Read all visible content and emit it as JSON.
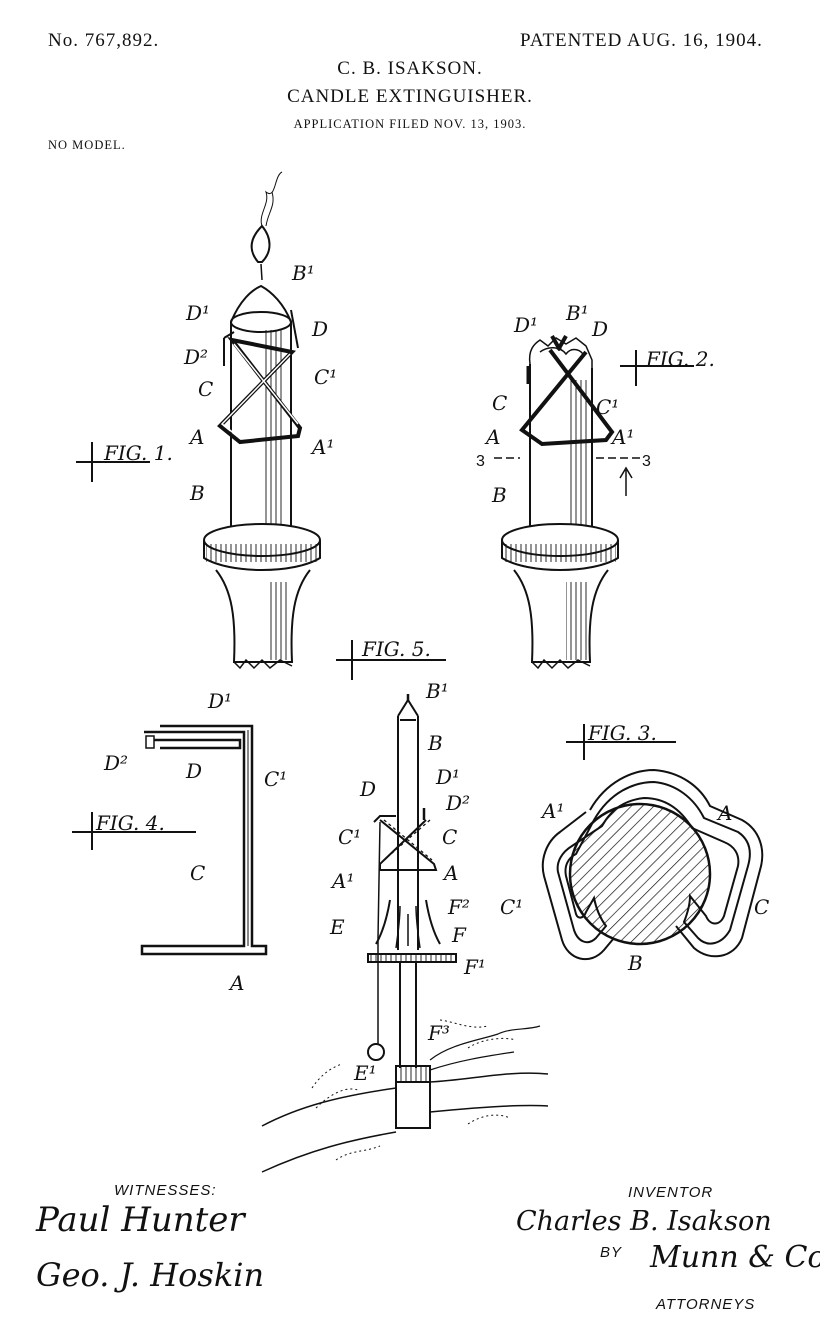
{
  "header": {
    "patent_number": "No. 767,892.",
    "patented_date": "PATENTED AUG. 16, 1904.",
    "inventor_name": "C. B. ISAKSON.",
    "title": "CANDLE EXTINGUISHER.",
    "application": "APPLICATION FILED NOV. 13, 1903.",
    "model_note": "NO MODEL."
  },
  "figures": {
    "fig1": "FIG. 1.",
    "fig2": "FIG. 2.",
    "fig3": "FIG. 3.",
    "fig4": "FIG. 4.",
    "fig5": "FIG. 5."
  },
  "labels": {
    "A": "A",
    "A1": "A¹",
    "B": "B",
    "B1": "B¹",
    "C": "C",
    "C1": "C¹",
    "D": "D",
    "D1": "D¹",
    "D2": "D²",
    "E": "E",
    "E1": "E¹",
    "F": "F",
    "F1": "F¹",
    "F2": "F²",
    "F3": "F³",
    "section": "3"
  },
  "footer": {
    "witnesses_label": "WITNESSES:",
    "witness_1": "Paul Hunter",
    "witness_2": "Geo. J. Hoskin",
    "inventor_label": "INVENTOR",
    "inventor_signature": "Charles B. Isakson",
    "by_label": "BY",
    "attorney_signature": "Munn & Co",
    "attorneys_label": "ATTORNEYS"
  }
}
